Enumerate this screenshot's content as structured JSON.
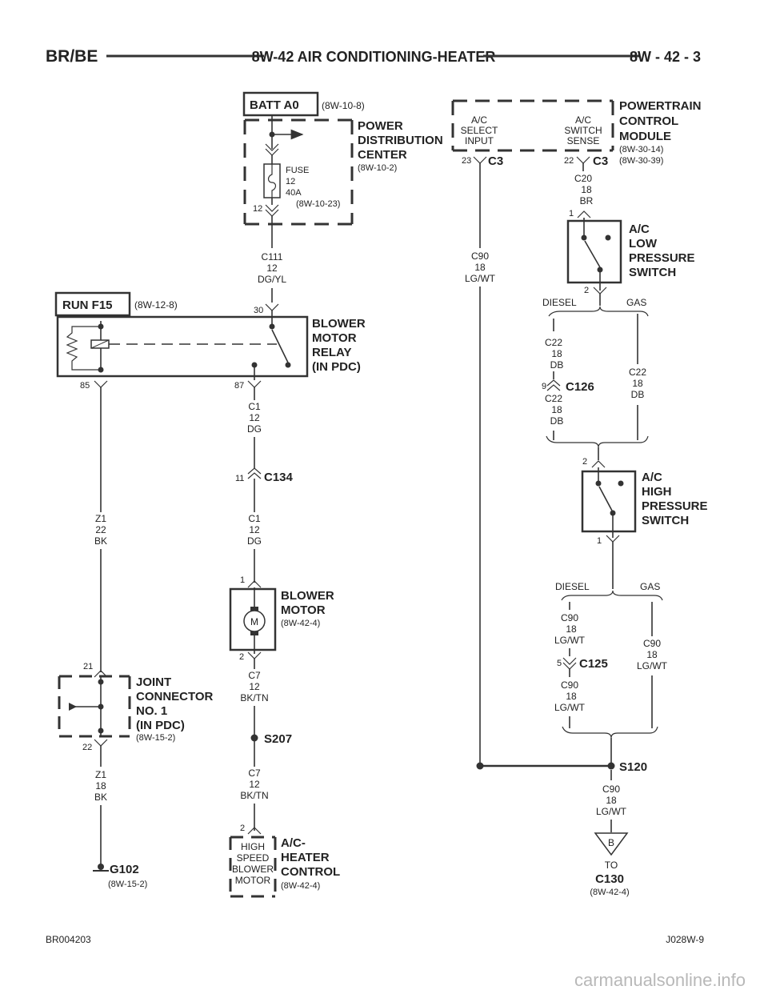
{
  "header": {
    "left": "BR/BE",
    "center": "8W-42 AIR CONDITIONING-HEATER",
    "right": "8W - 42 - 3"
  },
  "footer": {
    "left": "BR004203",
    "right": "J028W-9",
    "watermark": "carmanualsonline.info"
  },
  "batt": {
    "label": "BATT A0",
    "ref": "(8W-10-8)"
  },
  "pdc": {
    "l1": "POWER",
    "l2": "DISTRIBUTION",
    "l3": "CENTER",
    "ref": "(8W-10-2)",
    "fuse": {
      "l1": "FUSE",
      "l2": "12",
      "l3": "40A",
      "l4": "(8W-10-23)"
    },
    "pin": "12"
  },
  "wire_c111": {
    "l1": "C111",
    "l2": "12",
    "l3": "DG/YL"
  },
  "run": {
    "label": "RUN F15",
    "ref": "(8W-12-8)"
  },
  "relay": {
    "l1": "BLOWER",
    "l2": "MOTOR",
    "l3": "RELAY",
    "l4": "(IN PDC)",
    "pin30": "30",
    "pin85": "85",
    "pin87": "87"
  },
  "wire_c1a": {
    "l1": "C1",
    "l2": "12",
    "l3": "DG"
  },
  "c134": {
    "pin": "11",
    "label": "C134"
  },
  "wire_c1b": {
    "l1": "C1",
    "l2": "12",
    "l3": "DG"
  },
  "wire_z1a": {
    "l1": "Z1",
    "l2": "22",
    "l3": "BK"
  },
  "blower": {
    "pin1": "1",
    "pin2": "2",
    "m": "M",
    "l1": "BLOWER",
    "l2": "MOTOR",
    "ref": "(8W-42-4)"
  },
  "wire_c7a": {
    "l1": "C7",
    "l2": "12",
    "l3": "BK/TN"
  },
  "s207": "S207",
  "wire_c7b": {
    "l1": "C7",
    "l2": "12",
    "l3": "BK/TN"
  },
  "control": {
    "pin": "2",
    "in1": "HIGH",
    "in2": "SPEED",
    "in3": "BLOWER",
    "in4": "MOTOR",
    "l1": "A/C-",
    "l2": "HEATER",
    "l3": "CONTROL",
    "ref": "(8W-42-4)"
  },
  "joint": {
    "pin21": "21",
    "pin22": "22",
    "l1": "JOINT",
    "l2": "CONNECTOR",
    "l3": "NO. 1",
    "l4": "(IN PDC)",
    "ref": "(8W-15-2)"
  },
  "wire_z1b": {
    "l1": "Z1",
    "l2": "18",
    "l3": "BK"
  },
  "g102": {
    "label": "G102",
    "ref": "(8W-15-2)"
  },
  "pcm": {
    "sel1": "A/C",
    "sel2": "SELECT",
    "sel3": "INPUT",
    "sw1": "A/C",
    "sw2": "SWITCH",
    "sw3": "SENSE",
    "l1": "POWERTRAIN",
    "l2": "CONTROL",
    "l3": "MODULE",
    "ref1": "(8W-30-14)",
    "ref2": "(8W-30-39)",
    "pin23": "23",
    "c3a": "C3",
    "pin22": "22",
    "c3b": "C3"
  },
  "wire_c20": {
    "l1": "C20",
    "l2": "18",
    "l3": "BR"
  },
  "wire_c90a": {
    "l1": "C90",
    "l2": "18",
    "l3": "LG/WT"
  },
  "lowsw": {
    "pin1": "1",
    "pin2": "2",
    "l1": "A/C",
    "l2": "LOW",
    "l3": "PRESSURE",
    "l4": "SWITCH"
  },
  "split1": {
    "diesel": "DIESEL",
    "gas": "GAS"
  },
  "wire_c22a": {
    "l1": "C22",
    "l2": "18",
    "l3": "DB"
  },
  "c126": {
    "pin": "9",
    "label": "C126"
  },
  "wire_c22b": {
    "l1": "C22",
    "l2": "18",
    "l3": "DB"
  },
  "wire_c22c": {
    "l1": "C22",
    "l2": "18",
    "l3": "DB"
  },
  "highsw": {
    "pin2": "2",
    "pin1": "1",
    "l1": "A/C",
    "l2": "HIGH",
    "l3": "PRESSURE",
    "l4": "SWITCH"
  },
  "split2": {
    "diesel": "DIESEL",
    "gas": "GAS"
  },
  "wire_c90b": {
    "l1": "C90",
    "l2": "18",
    "l3": "LG/WT"
  },
  "c125": {
    "pin": "5",
    "label": "C125"
  },
  "wire_c90c": {
    "l1": "C90",
    "l2": "18",
    "l3": "LG/WT"
  },
  "wire_c90d": {
    "l1": "C90",
    "l2": "18",
    "l3": "LG/WT"
  },
  "s120": "S120",
  "wire_c90e": {
    "l1": "C90",
    "l2": "18",
    "l3": "LG/WT"
  },
  "conn_b": {
    "letter": "B",
    "to": "TO",
    "label": "C130",
    "ref": "(8W-42-4)"
  }
}
